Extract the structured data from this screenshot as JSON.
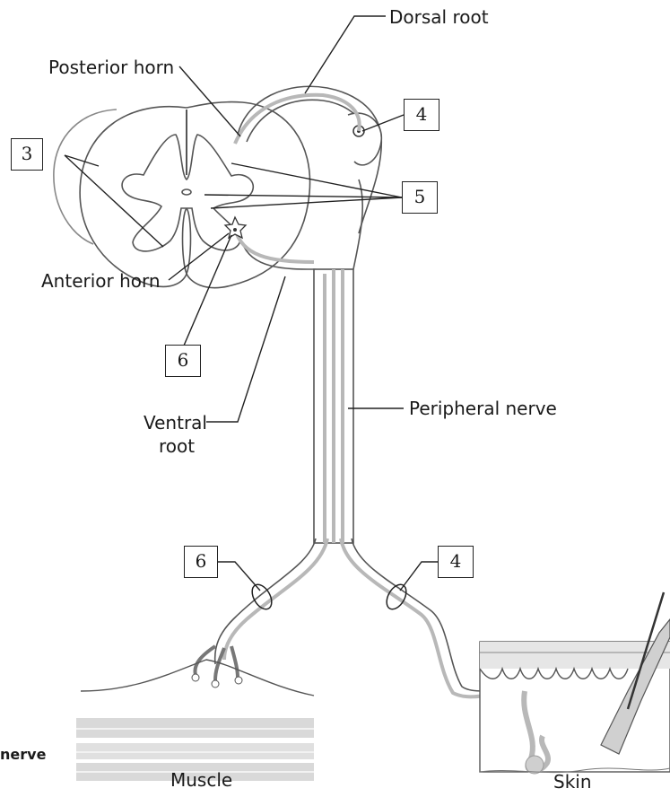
{
  "labels": {
    "dorsal_root": "Dorsal root",
    "posterior_horn": "Posterior horn",
    "anterior_horn": "Anterior horn",
    "ventral_root_line1": "Ventral",
    "ventral_root_line2": "root",
    "peripheral_nerve": "Peripheral nerve",
    "muscle": "Muscle",
    "skin": "Skin",
    "cut_caption": "nerve"
  },
  "callouts": {
    "box_3": "3",
    "box_4_top": "4",
    "box_5": "5",
    "box_6_left": "6",
    "box_6_bottom": "6",
    "box_4_bottom": "4"
  },
  "colors": {
    "outline": "#555555",
    "nerve_fill": "#b8b8b8",
    "muscle_band": "#d9d9d9",
    "skin_fill": "#e6e6e6"
  }
}
